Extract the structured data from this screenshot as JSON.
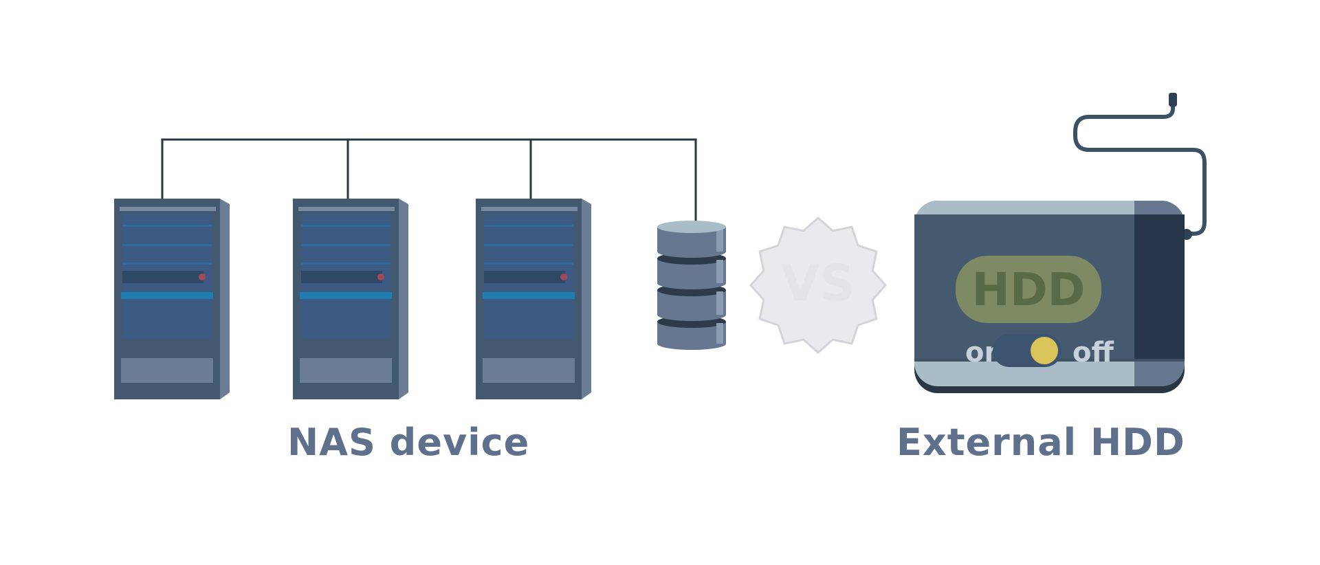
{
  "nas": {
    "caption": "NAS device"
  },
  "vs_label": "VS",
  "hdd": {
    "caption": "External HDD",
    "badge": "HDD",
    "switch_on_label": "on",
    "switch_off_label": "off"
  },
  "colors": {
    "server_body": "#3c5a82",
    "server_frame": "#425970",
    "server_side": "#6b7d94",
    "accent_blue": "#1f7db0",
    "caption_text": "#5f708c",
    "hdd_body": "#455a6e",
    "hdd_dark": "#263548",
    "hdd_top": "#a8bdc8",
    "badge_fill": "#7d8a63",
    "badge_text": "#596a47",
    "switch_knob": "#d9c45a",
    "cable": "#3a5166",
    "vs_fill": "#e9eaed"
  }
}
